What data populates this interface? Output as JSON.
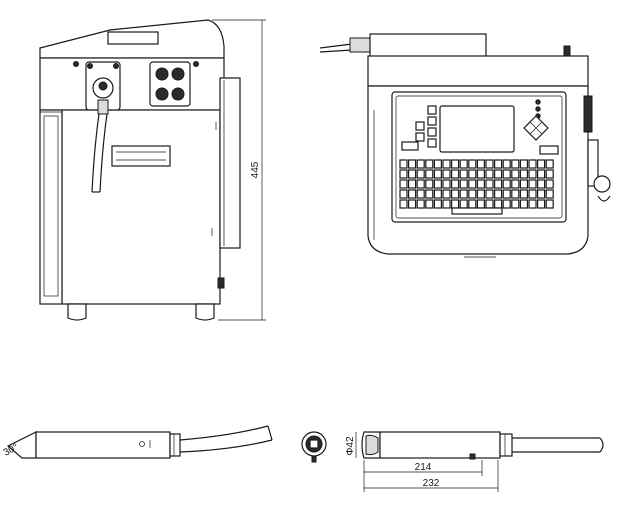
{
  "dimensions": {
    "printer_height": "445",
    "head_diameter": "Φ42",
    "head_angle": "30°",
    "head_body_length": "214",
    "head_total_length": "232"
  }
}
